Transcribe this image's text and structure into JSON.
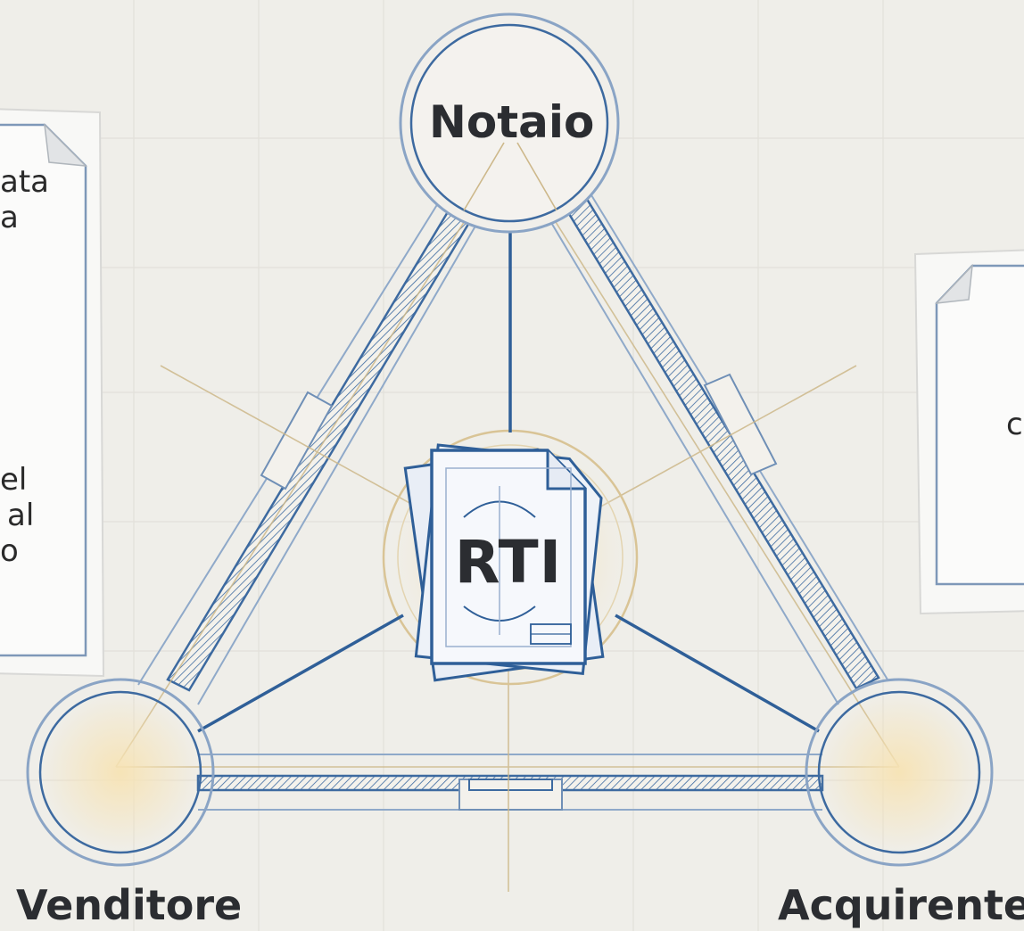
{
  "diagram": {
    "nodes": {
      "top": {
        "label": "Notaio"
      },
      "left": {
        "label": "Venditore"
      },
      "right": {
        "label": "Acquirente"
      },
      "center": {
        "label": "RTI"
      }
    },
    "left_note": {
      "lines_top": [
        "ata",
        "a"
      ],
      "lines_bottom": [
        "el",
        "al",
        "o"
      ]
    },
    "right_note": {
      "text": "c"
    }
  }
}
